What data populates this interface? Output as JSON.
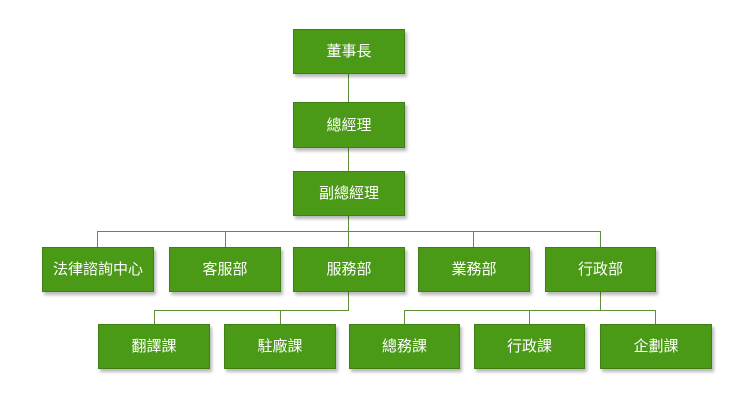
{
  "org_chart": {
    "colors": {
      "box_fill": "#4b9a17",
      "box_border": "#3f7f14",
      "box_text": "#ffffff",
      "connector": "#5e8f39",
      "background": "#ffffff"
    },
    "nodes": {
      "chairman": "董事長",
      "general_manager": "總經理",
      "deputy_general_manager": "副總經理",
      "legal_consulting_center": "法律諮詢中心",
      "customer_service_department": "客服部",
      "service_department": "服務部",
      "business_department": "業務部",
      "administration_department": "行政部",
      "translation_section": "翻譯課",
      "factory_resident_section": "駐廠課",
      "general_affairs_section": "總務課",
      "administration_section": "行政課",
      "planning_section": "企劃課"
    }
  }
}
